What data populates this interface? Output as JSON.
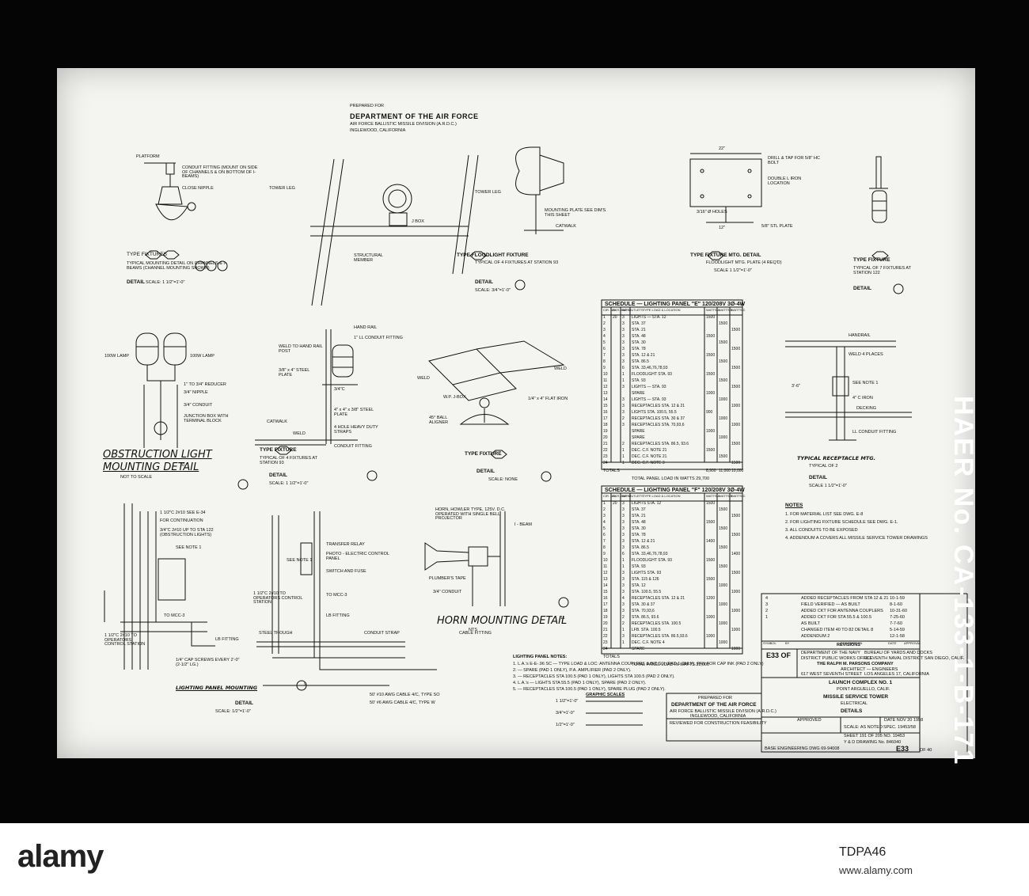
{
  "agency": {
    "prepared_for": "PREPARED FOR",
    "department": "DEPARTMENT OF THE AIR FORCE",
    "division": "AIR FORCE BALLISTIC MISSILE DIVISION (A.R.D.C.)",
    "location": "INGLEWOOD, CALIFORNIA"
  },
  "details": {
    "d2": {
      "label_platform": "PLATFORM",
      "label_conduit": "CONDUIT FITTING (MOUNT ON SIDE OF CHANNELS & ON BOTTOM OF I-BEAMS)",
      "label_nipple": "CLOSE NIPPLE",
      "type_line": "TYPE FIXTURES",
      "subtitle": "TYPICAL MOUNTING DETAIL ON CHANNELS & I-BEAMS (CHANNEL MOUNTING SHOWN)",
      "title": "DETAIL",
      "scale": "SCALE: 1 1/2\"=1'-0\""
    },
    "d3": {
      "tower_leg_left": "TOWER LEG",
      "tower_leg_right": "TOWER LEG",
      "jbox": "J BOX",
      "structural": "STRUCTURAL MEMBER",
      "mounting_plate": "MOUNTING PLATE SEE DIM'S THIS SHEET",
      "catwalk": "CATWALK",
      "type_line": "TYPE FLOODLIGHT FIXTURE",
      "subtitle": "TYPICAL OF 4 FIXTURES AT STATION 93",
      "title": "DETAIL",
      "scale": "SCALE: 3/4\"=1'-0\""
    },
    "d4": {
      "drill": "DRILL & TAP FOR 5/8\" HC BOLT",
      "double_iron": "DOUBLE L IRON LOCATION",
      "holes": "3/16\" Ø HOLES",
      "plate": "5/8\" STL PLATE",
      "dim_22": "22\"",
      "dim_12": "12\"",
      "type_line": "TYPE FIXTURE MTG. DETAIL",
      "subtitle": "FLOODLIGHT MTG. PLATE (4 REQ'D)",
      "scale": "SCALE 1 1/2\"=1'-0\""
    },
    "d5": {
      "type_line": "TYPE FIXTURE",
      "subtitle": "TYPICAL OF 7 FIXTURES AT STATION 122",
      "title": "DETAIL"
    },
    "d10": {
      "lamp_left": "100W LAMP",
      "lamp_right": "100W LAMP",
      "reducer": "1\" TO 3/4\" REDUCER",
      "nipple": "3/4\" NIPPLE",
      "conduit": "3/4\" CONDUIT",
      "jbox": "JUNCTION BOX WITH TERMINAL BLOCK",
      "title1": "OBSTRUCTION  LIGHT",
      "title2": "MOUNTING  DETAIL",
      "num": "10",
      "scale": "NOT TO SCALE"
    },
    "d6": {
      "hand_rail": "HAND RAIL",
      "conduit_fitting": "1\" LL CONDUIT FITTING",
      "weld_hand": "WELD TO HAND RAIL POST",
      "steel_plate": "3/8\" x 4\" STEEL PLATE",
      "c34": "3/4\"C",
      "catwalk": "CATWALK",
      "weld": "WELD",
      "steel_plate2": "4\" x 4\" x 3/8\" STEEL PLATE",
      "hole_heavy": "4 HOLE HEAVY DUTY STRAPS",
      "conduit_fit2": "CONDUIT FITTING",
      "type_line": "TYPE FIXTURE",
      "subtitle": "TYPICAL OF 4 FIXTURES AT STATION 93",
      "title": "DETAIL",
      "scale": "SCALE: 1 1/2\"=1'-0\"",
      "num": "6"
    },
    "d7": {
      "weld_l": "WELD",
      "weld_r": "WELD",
      "jbox": "W.P. J-BOX",
      "flat_iron": "1/4\" x 4\" FLAT IRON",
      "ball_aligner": "45° BALL ALIGNER",
      "type_line": "TYPE FIXTURE",
      "title": "DETAIL",
      "scale": "SCALE: NONE",
      "num": "7"
    },
    "d8": {
      "handrail": "HANDRAIL",
      "weld": "WELD 4 PLACES",
      "dim": "3'-6\"",
      "see_note": "SEE NOTE 1",
      "iron": "4\" C IRON",
      "decking": "DECKING",
      "ll_fitting": "LL CONDUIT FITTING",
      "title": "TYPICAL RECEPTACLE MTG.",
      "subtitle": "TYPICAL OF 2",
      "detail": "DETAIL",
      "scale": "SCALE 1 1/2\"=1'-0\""
    },
    "d9": {
      "note1": "1 1/2\"C 2#10 SEE E-34",
      "note2": "FOR CONTINUATION",
      "note3": "3/4\"C 2#10 UP TO STA 122 (OBSTRUCTION LIGHTS)",
      "see_note": "SEE NOTE 1",
      "c_to_mcc": "1 1/2\"C 2#10 TO OPERATORS CONTROL STATION",
      "mcc3": "TO MCC-3",
      "fitting": "LB FITTING",
      "screws": "1/4\" CAP SCREWS EVERY 2'-0\" (2-1/2\" LG.)",
      "title": "LIGHTING PANEL MOUNTING",
      "detail": "DETAIL",
      "scale": "SCALE: 1/2\"=1'-0\"",
      "num": "9"
    },
    "d_relay": {
      "see_note": "SEE NOTE 1",
      "relay": "TRANSFER RELAY",
      "photo": "PHOTO - ELECTRIC CONTROL PANEL",
      "switch": "SWITCH AND FUSE",
      "c_to_station": "1 1/2\"C 2#10 TO OPERATORS CONTROL STATION",
      "mcc3": "TO MCC-3",
      "fitting": "LB FITTING",
      "strap": "CONDUIT STRAP",
      "cable_fitting": "CABLE FITTING",
      "steel_trough": "STEEL TROUGH",
      "cable1": "50' #10 AWG CABLE 4/C, TYPE SO",
      "cable2": "50' #6 AWG CABLE 4/C, TYPE W"
    },
    "d11": {
      "horn": "HORN, HOWLER TYPE, 125V. D.C. OPERATED WITH SINGLE BELL PROJECTOR",
      "ibeam": "I - BEAM",
      "tape": "PLUMBER'S TAPE",
      "conduit": "3/4\" CONDUIT",
      "title": "HORN  MOUNTING  DETAIL",
      "num": "11",
      "scale": "NTS"
    }
  },
  "schedule_e": {
    "title": "SCHEDULE — LIGHTING PANEL \"E\" 120/208V 3Ø-4W",
    "columns": [
      "CIR. NO.",
      "BKR. AMPS.",
      "NO. OUTLETS",
      "TYPE LOAD & LOCATION",
      "WATTS A",
      "WATTS B",
      "WATTS C"
    ],
    "rows": [
      [
        "1",
        "20",
        "3",
        "LIGHTS — STA. 12",
        "1500",
        "",
        ""
      ],
      [
        "2",
        "",
        "3",
        "STA. 37",
        "",
        "1500",
        ""
      ],
      [
        "3",
        "",
        "3",
        "STA. 21",
        "",
        "",
        "1500"
      ],
      [
        "4",
        "",
        "3",
        "STA. 48",
        "1500",
        "",
        ""
      ],
      [
        "5",
        "",
        "3",
        "STA. 30",
        "",
        "1500",
        ""
      ],
      [
        "6",
        "",
        "3",
        "STA. 78",
        "",
        "",
        "1500"
      ],
      [
        "7",
        "",
        "3",
        "STA. 12 & 21",
        "1500",
        "",
        ""
      ],
      [
        "8",
        "",
        "3",
        "STA. 86.5",
        "",
        "1500",
        ""
      ],
      [
        "9",
        "",
        "6",
        "STA. 33,46,76,78,93",
        "",
        "",
        "1500"
      ],
      [
        "10",
        "",
        "1",
        "FLOODLIGHT STA. 93",
        "1500",
        "",
        ""
      ],
      [
        "11",
        "",
        "1",
        "STA. 93",
        "",
        "1500",
        ""
      ],
      [
        "12",
        "",
        "3",
        "LIGHTS — STA. 93",
        "",
        "",
        "1500"
      ],
      [
        "13",
        "",
        "",
        "SPARE",
        "1000",
        "",
        ""
      ],
      [
        "14",
        "",
        "3",
        "LIGHTS — STA. 93",
        "",
        "1000",
        ""
      ],
      [
        "15",
        "",
        "3",
        "RECEPTACLES STA. 12 & 21",
        "",
        "",
        "1000"
      ],
      [
        "16",
        "",
        "3",
        "LIGHTS STA. 100.5, 55.5",
        "900",
        "",
        ""
      ],
      [
        "17",
        "",
        "2",
        "RECEPTACLES STA. 30 & 37",
        "",
        "1000",
        ""
      ],
      [
        "18",
        "",
        "3",
        "RECEPTACLES STA. 70,93,6",
        "",
        "",
        "1000"
      ],
      [
        "19",
        "",
        "",
        "SPARE",
        "1000",
        "",
        ""
      ],
      [
        "20",
        "",
        "",
        "SPARE",
        "",
        "1000",
        ""
      ],
      [
        "21",
        "",
        "2",
        "RECEPTACLES STA. 86.5, 93.6",
        "",
        "",
        "1500"
      ],
      [
        "22",
        "",
        "1",
        "DEC. C.F. NOTE 21",
        "1500",
        "",
        ""
      ],
      [
        "23",
        "",
        "1",
        "DEC. C.F. NOTE 21",
        "",
        "1500",
        ""
      ],
      [
        "24",
        "",
        "1",
        "DEC. C.F. NOTE 3",
        "",
        "",
        "1500"
      ]
    ],
    "totals_label": "TOTALS",
    "totals": [
      "8,900",
      "11,000",
      "10,000"
    ],
    "grand_label": "TOTAL PANEL LOAD IN WATTS",
    "grand_total": "29,700"
  },
  "schedule_f": {
    "title": "SCHEDULE — LIGHTING PANEL \"F\" 120/208V 3Ø-4W",
    "columns": [
      "CIR. NO.",
      "BKR. AMPS.",
      "NO. OUTLETS",
      "TYPE LOAD & LOCATION",
      "WATTS A",
      "WATTS B",
      "WATTS C"
    ],
    "rows": [
      [
        "1",
        "20",
        "3",
        "LIGHTS STA. 12",
        "1500",
        "",
        ""
      ],
      [
        "2",
        "",
        "3",
        "STA. 37",
        "",
        "1500",
        ""
      ],
      [
        "3",
        "",
        "3",
        "STA. 21",
        "",
        "",
        "1500"
      ],
      [
        "4",
        "",
        "3",
        "STA. 48",
        "1500",
        "",
        ""
      ],
      [
        "5",
        "",
        "3",
        "STA. 30",
        "",
        "1500",
        ""
      ],
      [
        "6",
        "",
        "3",
        "STA. 78",
        "",
        "",
        "1500"
      ],
      [
        "7",
        "",
        "3",
        "STA. 12 & 21",
        "1400",
        "",
        ""
      ],
      [
        "8",
        "",
        "3",
        "STA. 86.5",
        "",
        "1500",
        ""
      ],
      [
        "9",
        "",
        "6",
        "STA. 33,46,76,78,93",
        "",
        "",
        "1400"
      ],
      [
        "10",
        "",
        "1",
        "FLOODLIGHT STA. 93",
        "1500",
        "",
        ""
      ],
      [
        "11",
        "",
        "1",
        "STA. 93",
        "",
        "1500",
        ""
      ],
      [
        "12",
        "",
        "3",
        "LIGHTS STA. 93",
        "",
        "",
        "1500"
      ],
      [
        "13",
        "",
        "3",
        "STA. 115 & 126",
        "1500",
        "",
        ""
      ],
      [
        "14",
        "",
        "3",
        "STA. 12",
        "",
        "1000",
        ""
      ],
      [
        "15",
        "",
        "3",
        "STA. 100.5, 55.5",
        "",
        "",
        "1000"
      ],
      [
        "16",
        "",
        "4",
        "RECEPTACLES STA. 12 & 21",
        "1200",
        "",
        ""
      ],
      [
        "17",
        "",
        "3",
        "STA. 30 & 37",
        "",
        "1000",
        ""
      ],
      [
        "18",
        "",
        "3",
        "STA. 70,93,6",
        "",
        "",
        "1000"
      ],
      [
        "19",
        "",
        "2",
        "STA. 86.5, 93.6",
        "1000",
        "",
        ""
      ],
      [
        "20",
        "",
        "2",
        "RECEPTACLES STA. 100.5",
        "",
        "1000",
        ""
      ],
      [
        "21",
        "",
        "1",
        "LFB. STA. 100.5",
        "",
        "",
        "1000"
      ],
      [
        "22",
        "",
        "3",
        "RECEPTACLES STA. 86.5,93.6",
        "1000",
        "",
        ""
      ],
      [
        "23",
        "",
        "1",
        "DEC. C.F. NOTE 4",
        "",
        "1000",
        ""
      ],
      [
        "24",
        "",
        "",
        "SPARE",
        "",
        "",
        "1000"
      ]
    ],
    "totals_label": "TOTALS",
    "grand_label": "TOTAL PANEL LOAD IN WATTS",
    "grand_total": "31,000"
  },
  "notes": {
    "heading": "NOTES",
    "items": [
      "1. FOR MATERIAL LIST SEE DWG. E-8",
      "2. FOR LIGHTING FIXTURE SCHEDULE SEE DWG. E-1.",
      "3. ALL CONDUITS TO BE EXPOSED",
      "4. ADDENDUM A COVERS ALL MISSILE SERVICE TOWER DRAWINGS"
    ]
  },
  "panel_notes": {
    "heading": "LIGHTING PANEL NOTES:",
    "items": [
      "1. L.A.'s E-E-.96   SC — TYPE LOAD & LOC: ANTENNA COUPLERS & BIT SIX (PAD 1 ONLY), PAN FOR CAP INK (PAD 2 ONLY)",
      "2.    —  SPARE (PAD 1 ONLY), P.A. AMPLIFIER (PAD 2 ONLY).",
      "3.    —  RECEPTACLES STA 100.5 (PAD 1 ONLY), LIGHTS STA 100.5 (PAD 2 ONLY).",
      "4. L.A.'s —  LIGHTS STA 55.5 (PAD 1 ONLY), SPARE (PAD 2 ONLY).",
      "5.    —  RECEPTACLES STA 100.5 (PAD 1 ONLY), SPARE PLUG (PAD 2 ONLY)."
    ]
  },
  "graphic_scales": {
    "title": "GRAPHIC SCALES",
    "s1": "1 1/2\"=1'-0\"",
    "s2": "3/4\"=1'-0\"",
    "s3": "1/2\"=1'-0\""
  },
  "approval_stamp": {
    "prepared_for": "PREPARED FOR",
    "department": "DEPARTMENT OF THE AIR FORCE",
    "division": "AIR FORCE BALLISTIC MISSILE DIVISION (A.R.D.C.)",
    "location": "INGLEWOOD, CALIFORNIA",
    "reviewed": "REVIEWED FOR CONSTRUCTION FEASIBILITY"
  },
  "title_block": {
    "sheet_no": "E33",
    "of": "OF",
    "sheet_total": "40",
    "revisions_heading": "REVISIONS",
    "rev_columns": [
      "SYMBOL",
      "BY",
      "DESCRIPTION",
      "DATE",
      "APPROVAL"
    ],
    "revisions": [
      [
        "4",
        "ADDED RECEPTACLES FROM STA 12 & 21",
        "10-1-59"
      ],
      [
        "3",
        "FIELD VERIFIED — AS BUILT",
        "8-1-60"
      ],
      [
        "2",
        "ADDED CKT FOR ANTENNA COUPLERS",
        "10-31-60"
      ],
      [
        "1",
        "ADDED CKT FOR STA 55.5 & 100.5",
        "7-25-60"
      ],
      [
        "",
        "AS BUILT",
        "7-7-60"
      ],
      [
        "",
        "CHANGED ITEM 40 TO 82 DETAIL 8",
        "5-14-59"
      ],
      [
        "",
        "ADDENDUM 2",
        "12-1-58"
      ]
    ],
    "navy_dept": "DEPARTMENT OF THE NAVY",
    "pw_office": "DISTRICT PUBLIC WORKS OFFICE",
    "bureau": "BUREAU OF YARDS AND DOCKS",
    "eleventh": "ELEVENTH NAVAL DISTRICT SAN DIEGO, CALIF.",
    "company": "THE RALPH M. PARSONS COMPANY",
    "company_sub": "ARCHITECT — ENGINEERS",
    "address": "617 WEST SEVENTH STREET",
    "city": "LOS ANGELES 17, CALIFORNIA",
    "project": "LAUNCH COMPLEX NO. 1",
    "project_loc": "POINT ARGUELLO, CALIF.",
    "drawing_title": "MISSILE SERVICE TOWER",
    "drawing_sub": "ELECTRICAL",
    "drawing_kind": "DETAILS",
    "approved": "APPROVED",
    "date_label": "DATE",
    "date_value": "NOV 20 1958",
    "scale_label": "SCALE:",
    "scale_value": "AS NOTED",
    "spec_label": "SPEC.",
    "spec_value": "19453/58",
    "sheet_label": "SHEET",
    "sheet_value": "191",
    "of_label": "OF",
    "of_value": "205",
    "no_label": "NO.",
    "no_value": "19453",
    "drawing_no_label": "Y & D DRAWING No.",
    "drawing_no": "846040",
    "eng_dwg": "BASE ENGINEERING DWG 69-94008",
    "sheet_bottom": "E33",
    "sheet_bottom_of": "OF 40"
  },
  "haer_label": "HAER No. CA-133-1-B-171",
  "stock": {
    "logo": "alamy",
    "image_id": "TDPA46",
    "url": "www.alamy.com"
  }
}
